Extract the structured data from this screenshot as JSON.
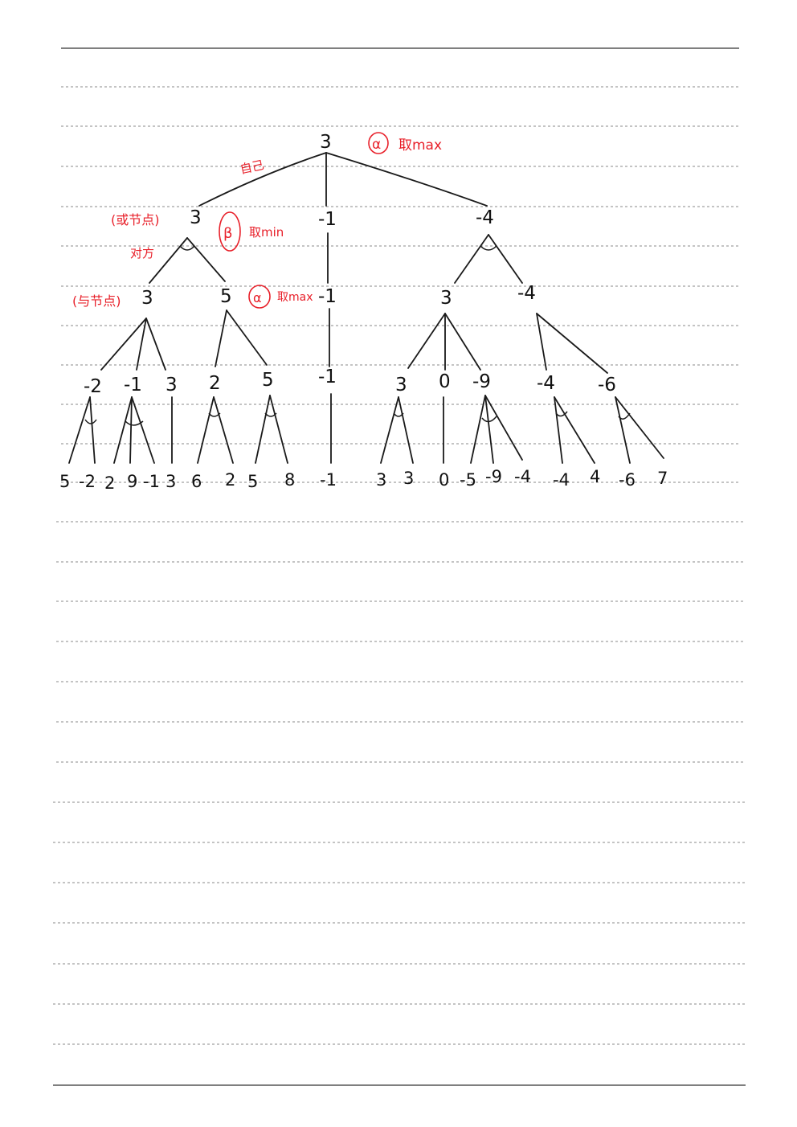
{
  "tree": {
    "root": "3",
    "level1": [
      "3",
      "-1",
      "-4"
    ],
    "level2": [
      "3",
      "5",
      "-1",
      "3",
      "-4"
    ],
    "level3": [
      "-2",
      "-1",
      "3",
      "2",
      "5",
      "-1",
      "3",
      "0",
      "-9",
      "-4",
      "-6"
    ],
    "leaves": [
      "5",
      "-2",
      "2",
      "9",
      "-1",
      "3",
      "6",
      "2",
      "5",
      "8",
      "-1",
      "3",
      "3",
      "0",
      "-5",
      "-9",
      "-4",
      "-4",
      "4",
      "-6",
      "7"
    ]
  },
  "annotations": {
    "alpha_symbol": "α",
    "beta_symbol": "β",
    "take_max": "取max",
    "take_min": "取min",
    "self": "自己",
    "or_node": "(或节点)",
    "opponent": "对方",
    "and_node": "(与节点)"
  },
  "colors": {
    "ink": "#111111",
    "annotation_red": "#e8202a"
  }
}
